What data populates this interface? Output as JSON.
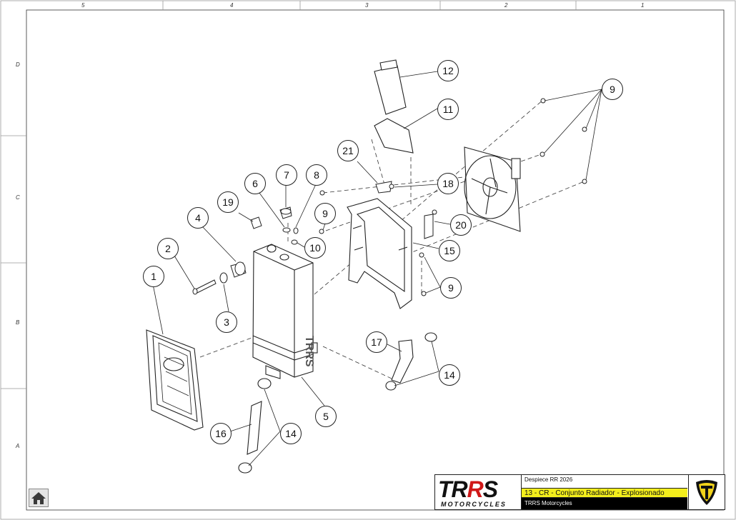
{
  "drawing": {
    "column_labels": [
      "5",
      "4",
      "3",
      "2",
      "1"
    ],
    "row_labels": [
      "D",
      "C",
      "B",
      "A"
    ],
    "callouts": [
      "1",
      "2",
      "3",
      "4",
      "5",
      "6",
      "7",
      "8",
      "9",
      "9",
      "9",
      "10",
      "11",
      "12",
      "14",
      "14",
      "15",
      "16",
      "17",
      "18",
      "19",
      "20",
      "21"
    ],
    "part_text": "TRRS"
  },
  "title_block": {
    "brand": "TR",
    "brand_accent": "R",
    "brand_end": "S",
    "brand_sub": "MOTORCYCLES",
    "document": "Despiece RR 2026",
    "title": "13 - CR - Conjunto Radiador - Explosionado",
    "company": "TRRS Motorcycles",
    "title_color": "#f3ee1c",
    "brand_accent_color": "#d01818"
  },
  "nav": {
    "home_icon": "home-icon"
  }
}
